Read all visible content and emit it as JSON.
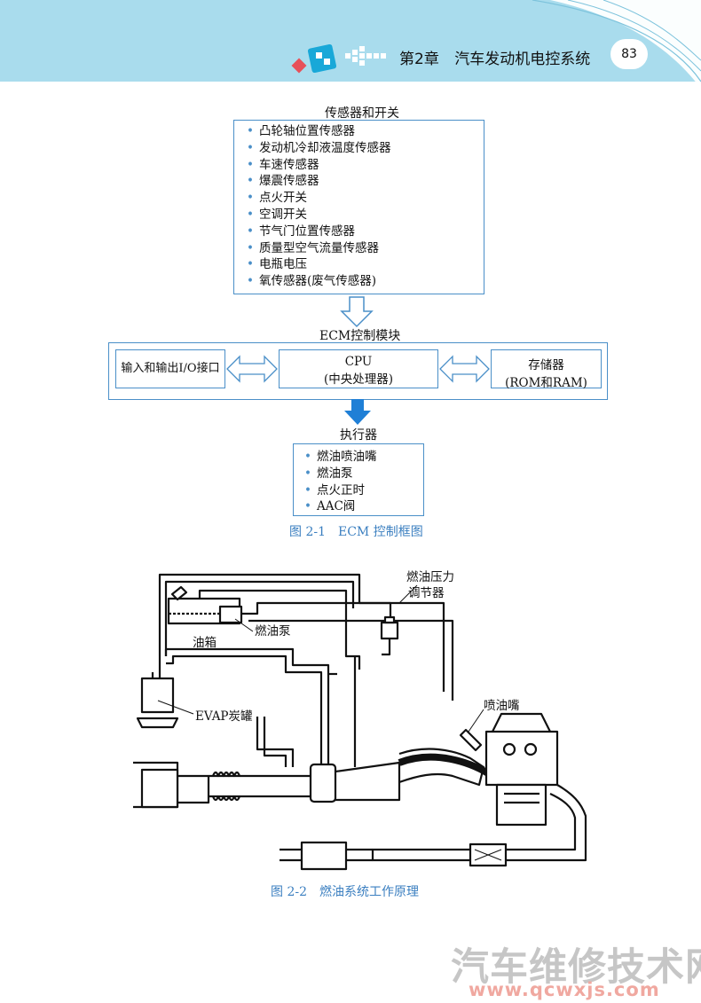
{
  "header": {
    "chapter": "第2章",
    "chapter_title": "汽车发动机电控系统",
    "page_number": "83",
    "background_color": "#a9dced"
  },
  "figure1": {
    "sensors": {
      "title": "传感器和开关",
      "items": [
        "凸轮轴位置传感器",
        "发动机冷却液温度传感器",
        "车速传感器",
        "爆震传感器",
        "点火开关",
        "空调开关",
        "节气门位置传感器",
        "质量型空气流量传感器",
        "电瓶电压",
        "氧传感器(废气传感器)"
      ]
    },
    "ecm": {
      "title": "ECM控制模块",
      "io": "输入和输出I/O接口",
      "cpu_line1": "CPU",
      "cpu_line2": "(中央处理器)",
      "mem_line1": "存储器",
      "mem_line2": "(ROM和RAM)"
    },
    "actuators": {
      "title": "执行器",
      "items": [
        "燃油喷油嘴",
        "燃油泵",
        "点火正时",
        "AAC阀"
      ]
    },
    "caption": "图 2-1　ECM 控制框图",
    "line_color": "#4a8fc8",
    "fill_arrow_color": "#1f7fd6"
  },
  "figure2": {
    "labels": {
      "regulator_line1": "燃油压力",
      "regulator_line2": "调节器",
      "pump": "燃油泵",
      "tank": "油箱",
      "injector": "喷油嘴",
      "canister": "EVAP炭罐"
    },
    "caption": "图 2-2　燃油系统工作原理"
  },
  "watermark": {
    "title": "汽车维修技术网",
    "url": "www.qcwxjs.com"
  }
}
